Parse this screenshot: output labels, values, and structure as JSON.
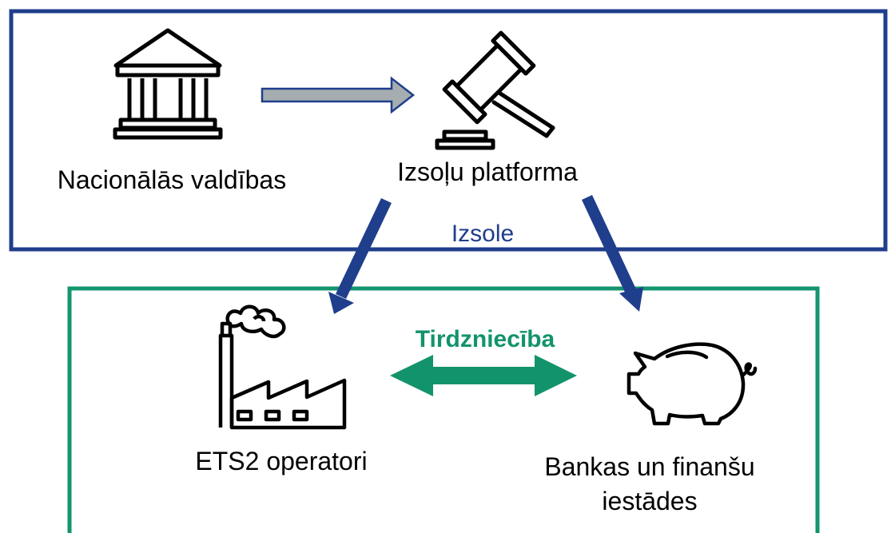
{
  "colors": {
    "top_border": "#1f3e8c",
    "bottom_border": "#14956f",
    "down_arrow": "#1f3e8c",
    "top_arrow_fill": "#a6adb1",
    "top_arrow_stroke": "#1f3e8c",
    "trade_arrow": "#13936c",
    "icon_stroke": "#000000"
  },
  "nodes": {
    "governments": {
      "label": "Nacionālās valdības",
      "icon": "government-building-icon"
    },
    "platform": {
      "label": "Izsoļu platforma",
      "icon": "auction-gavel-icon"
    },
    "operators": {
      "label": "ETS2 operatori",
      "icon": "factory-icon"
    },
    "banks": {
      "label_line1": "Bankas un finanšu",
      "label_line2": "iestādes",
      "icon": "piggy-bank-icon"
    }
  },
  "labels": {
    "auction": "Izsole",
    "trade": "Tirdzniecība"
  }
}
